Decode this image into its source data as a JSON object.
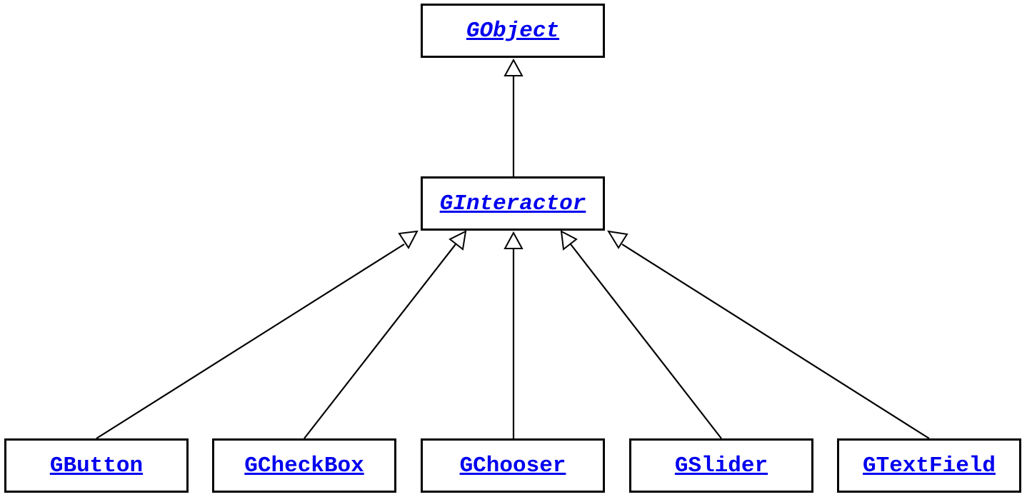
{
  "diagram": {
    "classes": [
      {
        "id": "gobject",
        "label": "GObject",
        "abstract": true
      },
      {
        "id": "ginteractor",
        "label": "GInteractor",
        "abstract": true
      },
      {
        "id": "gbutton",
        "label": "GButton",
        "abstract": false
      },
      {
        "id": "gcheckbox",
        "label": "GCheckBox",
        "abstract": false
      },
      {
        "id": "gchooser",
        "label": "GChooser",
        "abstract": false
      },
      {
        "id": "gslider",
        "label": "GSlider",
        "abstract": false
      },
      {
        "id": "gtextfield",
        "label": "GTextField",
        "abstract": false
      }
    ],
    "inheritance": [
      {
        "child": "ginteractor",
        "parent": "gobject"
      },
      {
        "child": "gbutton",
        "parent": "ginteractor"
      },
      {
        "child": "gcheckbox",
        "parent": "ginteractor"
      },
      {
        "child": "gchooser",
        "parent": "ginteractor"
      },
      {
        "child": "gslider",
        "parent": "ginteractor"
      },
      {
        "child": "gtextfield",
        "parent": "ginteractor"
      }
    ]
  },
  "colors": {
    "link": "#0000ee",
    "border": "#000000",
    "background": "#ffffff"
  }
}
